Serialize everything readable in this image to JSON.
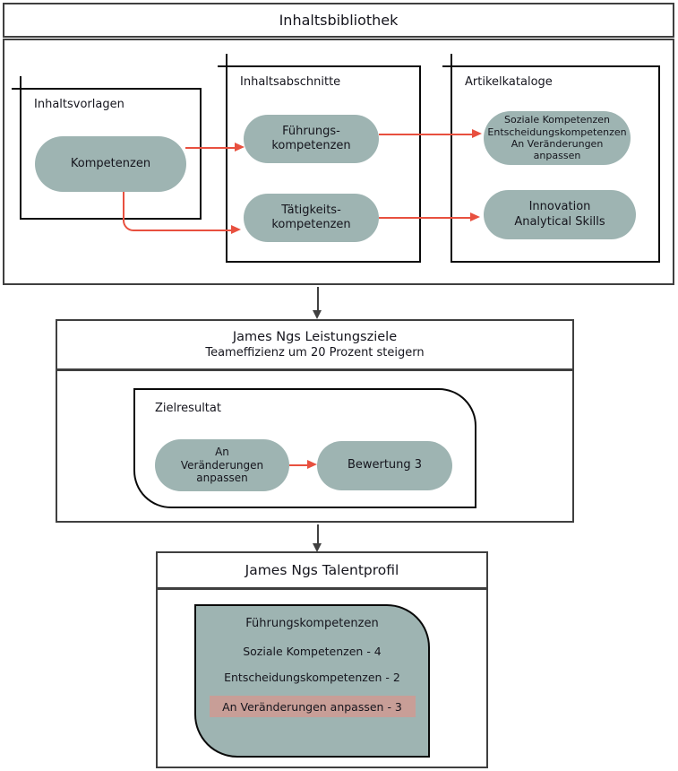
{
  "colors": {
    "pill": "#9eb4b2",
    "highlight": "#c89e97",
    "arrow_red": "#e8503f",
    "arrow_gray": "#404040",
    "border_dark": "#3f3f3f",
    "border_black": "#0a0a0a",
    "text": "#15151d"
  },
  "library": {
    "title": "Inhaltsbibliothek",
    "vorlagen": {
      "title": "Inhaltsvorlagen",
      "pill_kompetenzen": "Kompetenzen"
    },
    "abschnitte": {
      "title": "Inhaltsabschnitte",
      "pill_fuehrung": "Führungs-\nkompetenzen",
      "pill_taetigkeit": "Tätigkeits-\nkompetenzen"
    },
    "kataloge": {
      "title": "Artikelkataloge",
      "pill_katalog1": "Soziale Kompetenzen\nEntscheidungskompetenzen\nAn Veränderungen\nanpassen",
      "pill_katalog2": "Innovation\nAnalytical Skills"
    }
  },
  "leistungsziele": {
    "title": "James Ngs Leistungsziele",
    "subtitle": "Teameffizienz um 20 Prozent steigern",
    "zielresultat": {
      "title": "Zielresultat",
      "pill_anpassen": "An\nVeränderungen\nanpassen",
      "pill_bewertung": "Bewertung 3"
    }
  },
  "talentprofil": {
    "title": "James Ngs Talentprofil",
    "kompetenzbox": {
      "title": "Führungskompetenzen",
      "items": [
        "Soziale Kompetenzen - 4",
        "Entscheidungskompetenzen - 2"
      ],
      "highlighted_item": "An Veränderungen anpassen - 3"
    }
  }
}
